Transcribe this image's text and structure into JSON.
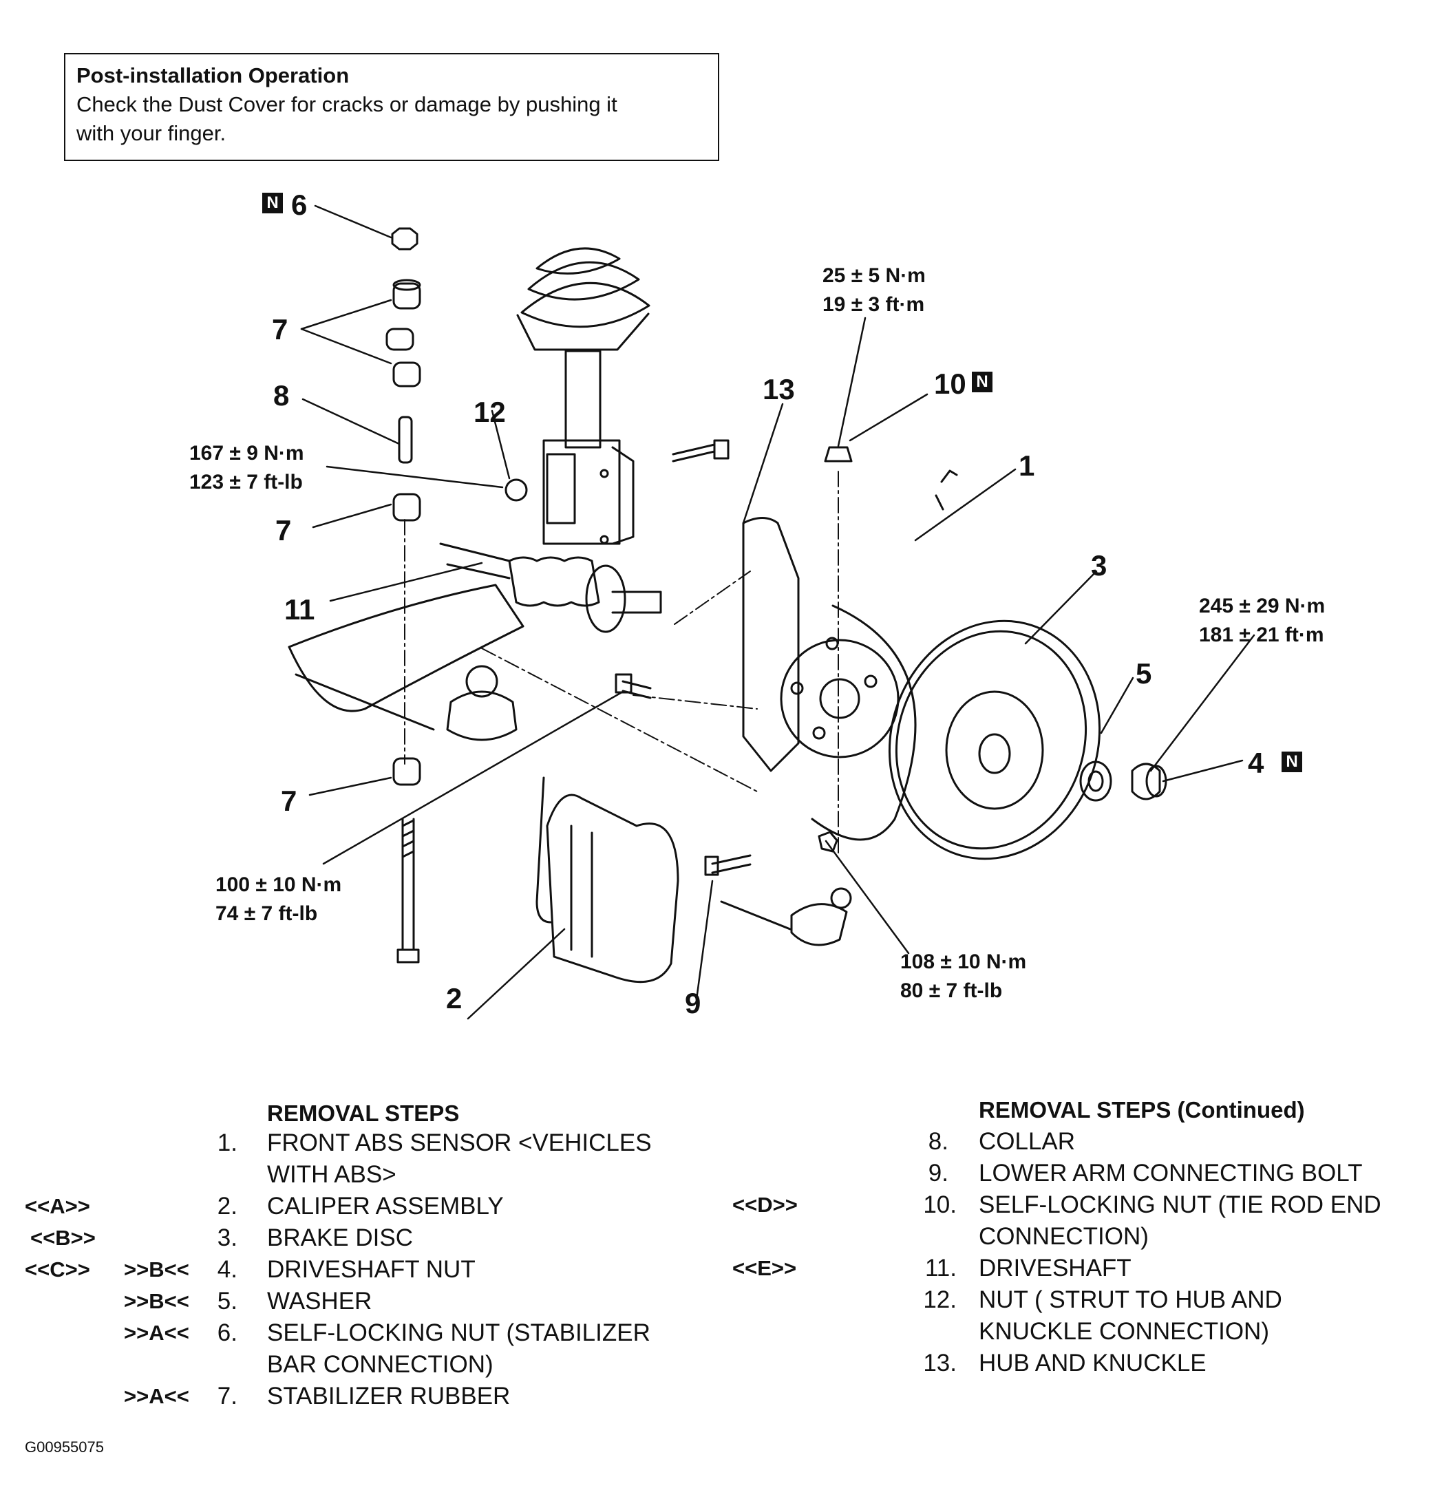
{
  "note": {
    "title": "Post-installation Operation",
    "line1": "Check the Dust Cover for cracks or damage by pushing it",
    "line2": "with your finger."
  },
  "new_part_badge": "N",
  "callouts": {
    "c1": "1",
    "c2": "2",
    "c3": "3",
    "c4": "4",
    "c5": "5",
    "c6": "6",
    "c7a": "7",
    "c7b": "7",
    "c7c": "7",
    "c8": "8",
    "c9": "9",
    "c10": "10",
    "c11": "11",
    "c12": "12",
    "c13": "13"
  },
  "torques": {
    "t10_nm": "25 ± 5 N·m",
    "t10_ft": "19 ± 3 ft·m",
    "t12_nm": "167 ± 9 N·m",
    "t12_ft": "123 ± 7 ft-lb",
    "t4_nm": "245 ± 29 N·m",
    "t4_ft": "181 ± 21 ft·m",
    "t9_nm": "100 ± 10 N·m",
    "t9_ft": "74 ± 7 ft-lb",
    "t10b_nm": "108 ± 10 N·m",
    "t10b_ft": "80 ± 7 ft-lb"
  },
  "removal_left": {
    "heading": "REMOVAL STEPS",
    "steps": [
      {
        "tagA": "",
        "tagB": "",
        "num": "1.",
        "text": "FRONT ABS SENSOR <VEHICLES",
        "cont": "WITH ABS>"
      },
      {
        "tagA": "<<A>>",
        "tagB": "",
        "num": "2.",
        "text": "CALIPER ASSEMBLY",
        "cont": ""
      },
      {
        "tagA": "<<B>>",
        "tagB": "",
        "num": "3.",
        "text": "BRAKE DISC",
        "cont": ""
      },
      {
        "tagA": "<<C>>",
        "tagB": ">>B<<",
        "num": "4.",
        "text": "DRIVESHAFT NUT",
        "cont": ""
      },
      {
        "tagA": "",
        "tagB": ">>B<<",
        "num": "5.",
        "text": "WASHER",
        "cont": ""
      },
      {
        "tagA": "",
        "tagB": ">>A<<",
        "num": "6.",
        "text": "SELF-LOCKING NUT (STABILIZER",
        "cont": "BAR CONNECTION)"
      },
      {
        "tagA": "",
        "tagB": ">>A<<",
        "num": "7.",
        "text": "STABILIZER RUBBER",
        "cont": ""
      }
    ]
  },
  "removal_right": {
    "heading": "REMOVAL STEPS  (Continued)",
    "steps": [
      {
        "tag": "",
        "num": "8.",
        "text": "COLLAR",
        "cont": ""
      },
      {
        "tag": "",
        "num": "9.",
        "text": "LOWER ARM CONNECTING BOLT",
        "cont": ""
      },
      {
        "tag": "<<D>>",
        "num": "10.",
        "text": "SELF-LOCKING NUT (TIE ROD END",
        "cont": "CONNECTION)"
      },
      {
        "tag": "<<E>>",
        "num": "11.",
        "text": "DRIVESHAFT",
        "cont": ""
      },
      {
        "tag": "",
        "num": "12.",
        "text": "NUT ( STRUT TO HUB AND",
        "cont": "KNUCKLE CONNECTION)"
      },
      {
        "tag": "",
        "num": "13.",
        "text": "HUB AND KNUCKLE",
        "cont": ""
      }
    ]
  },
  "figure_id": "G00955075"
}
